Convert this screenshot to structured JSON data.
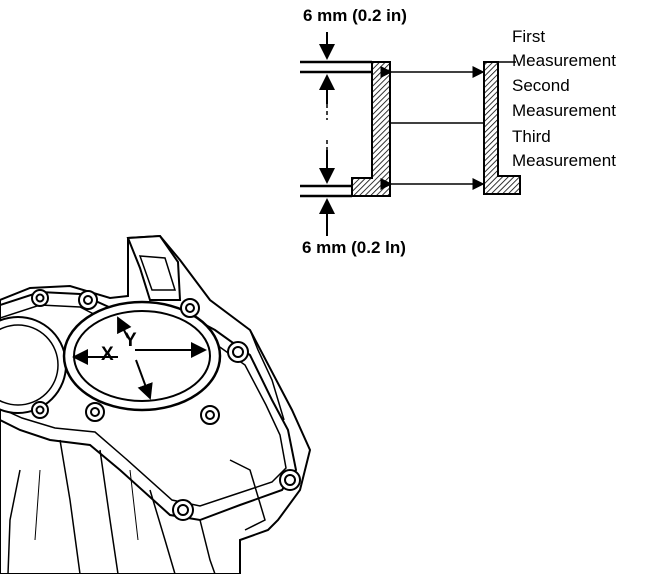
{
  "labels": {
    "top_dimension": "6 mm (0.2 in)",
    "bottom_dimension": "6 mm (0.2 ln)",
    "first_measurement_line1": "First",
    "first_measurement_line2": "Measurement",
    "second_measurement_line1": "Second",
    "second_measurement_line2": "Measurement",
    "third_measurement_line1": "Third",
    "third_measurement_line2": "Measurement",
    "axis_x": "X",
    "axis_y": "Y"
  }
}
